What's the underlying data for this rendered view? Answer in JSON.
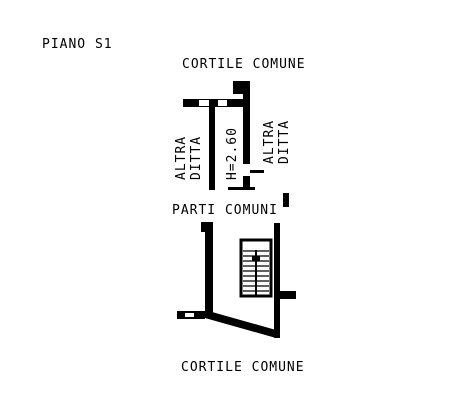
{
  "plan": {
    "floor_label": "PIANO  S1",
    "top_courtyard_label": "CORTILE COMUNE",
    "left_neighbor_label": [
      "ALTRA",
      "DITTA"
    ],
    "right_neighbor_label": [
      "ALTRA",
      "DITTA"
    ],
    "height_label": "H=2.60",
    "common_parts_label": "PARTI COMUNI",
    "bottom_courtyard_label": "CORTILE COMUNE"
  },
  "colors": {
    "ink": "#000000",
    "paper": "#ffffff"
  }
}
